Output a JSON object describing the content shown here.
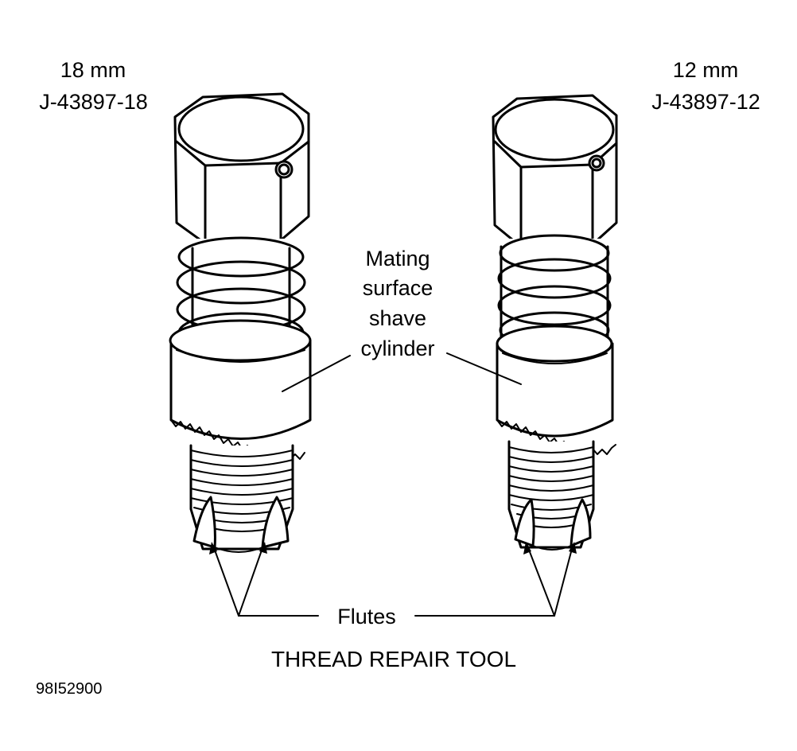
{
  "tools": [
    {
      "size": "18 mm",
      "part_number": "J-43897-18"
    },
    {
      "size": "12 mm",
      "part_number": "J-43897-12"
    }
  ],
  "callouts": {
    "mating_line1": "Mating",
    "mating_line2": "surface",
    "mating_line3": "shave",
    "mating_line4": "cylinder",
    "flutes": "Flutes"
  },
  "caption": "THREAD REPAIR TOOL",
  "figure_id": "98I52900"
}
